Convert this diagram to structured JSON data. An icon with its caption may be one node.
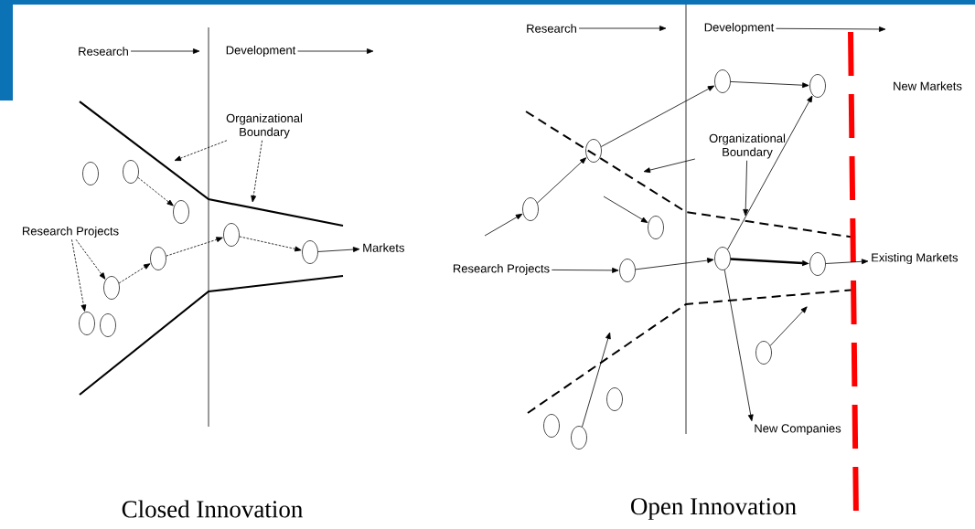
{
  "diagram": {
    "nodes": [
      {
        "text": [
          "Research"
        ]
      },
      {
        "text": [
          "Development"
        ]
      },
      {
        "text": [
          "Organizational Boundary"
        ]
      },
      {
        "text": [],
        "shape": "ellipse"
      },
      {
        "text": [],
        "shape": "ellipse"
      },
      {
        "text": [],
        "shape": "ellipse"
      },
      {
        "text": [
          "Research Projects"
        ]
      },
      {
        "text": [],
        "shape": "ellipse"
      },
      {
        "text": [],
        "shape": "ellipse"
      },
      {
        "text": [],
        "shape": "ellipse"
      },
      {
        "text": [
          "Markets"
        ]
      },
      {
        "text": [],
        "shape": "ellipse"
      },
      {
        "text": [],
        "shape": "ellipse"
      },
      {
        "text": [],
        "shape": "ellipse"
      },
      {
        "text": [
          "Research"
        ]
      },
      {
        "text": [
          "Development"
        ]
      },
      {
        "text": [],
        "shape": "ellipse"
      },
      {
        "text": [],
        "shape": "ellipse"
      },
      {
        "text": [
          "New Markets"
        ]
      },
      {
        "text": [],
        "shape": "ellipse"
      },
      {
        "text": [
          "Organizational Boundary"
        ]
      },
      {
        "text": [],
        "shape": "ellipse"
      },
      {
        "text": [],
        "shape": "ellipse"
      },
      {
        "text": [
          "Research Projects"
        ]
      },
      {
        "text": [],
        "shape": "ellipse"
      },
      {
        "text": [],
        "shape": "ellipse"
      },
      {
        "text": [],
        "shape": "ellipse"
      },
      {
        "text": [
          "Existing Markets"
        ]
      },
      {
        "text": [],
        "shape": "ellipse"
      },
      {
        "text": [],
        "shape": "ellipse"
      },
      {
        "text": [],
        "shape": "ellipse"
      },
      {
        "text": [],
        "shape": "ellipse"
      },
      {
        "text": [
          "New Companies"
        ]
      }
    ],
    "edges": [
      {
        "from": 0,
        "to": null,
        "arrow": "to"
      },
      {
        "from": 1,
        "to": null,
        "arrow": "to"
      },
      {
        "from": 2,
        "to": null,
        "arrow": "to",
        "style": "dashed"
      },
      {
        "from": 2,
        "to": null,
        "arrow": "to",
        "style": "dashed"
      },
      {
        "from": 4,
        "to": 5,
        "arrow": "to",
        "style": "dashed"
      },
      {
        "from": 6,
        "to": 11,
        "arrow": "to",
        "style": "dashed"
      },
      {
        "from": 6,
        "to": 12,
        "arrow": "to",
        "style": "dashed"
      },
      {
        "from": 11,
        "to": 7,
        "arrow": "to",
        "style": "dashed"
      },
      {
        "from": 7,
        "to": 8,
        "arrow": "to",
        "style": "dashed"
      },
      {
        "from": 8,
        "to": 9,
        "arrow": "to",
        "style": "dashed"
      },
      {
        "from": 9,
        "to": 10,
        "arrow": "to"
      },
      {
        "from": 14,
        "to": null,
        "arrow": "to"
      },
      {
        "from": 15,
        "to": null,
        "arrow": "to"
      },
      {
        "from": null,
        "to": 21,
        "arrow": "to"
      },
      {
        "from": 21,
        "to": 19,
        "arrow": "to"
      },
      {
        "from": 19,
        "to": 16,
        "arrow": "to"
      },
      {
        "from": 16,
        "to": 17,
        "arrow": "to"
      },
      {
        "from": null,
        "to": 22,
        "arrow": "to"
      },
      {
        "from": 20,
        "to": null,
        "arrow": "to"
      },
      {
        "from": 20,
        "to": null,
        "arrow": "to"
      },
      {
        "from": 23,
        "to": 24,
        "arrow": "to"
      },
      {
        "from": 24,
        "to": 25,
        "arrow": "to"
      },
      {
        "from": 25,
        "to": 17,
        "arrow": "to"
      },
      {
        "from": 25,
        "to": 26,
        "arrow": "to",
        "style": "thick"
      },
      {
        "from": 26,
        "to": 27,
        "arrow": "to"
      },
      {
        "from": 25,
        "to": 32,
        "arrow": "to"
      },
      {
        "from": 28,
        "to": null,
        "arrow": "to"
      },
      {
        "from": 31,
        "to": null,
        "arrow": "to"
      }
    ],
    "labels": [
      "Closed Innovation",
      "Open Innovation"
    ]
  }
}
